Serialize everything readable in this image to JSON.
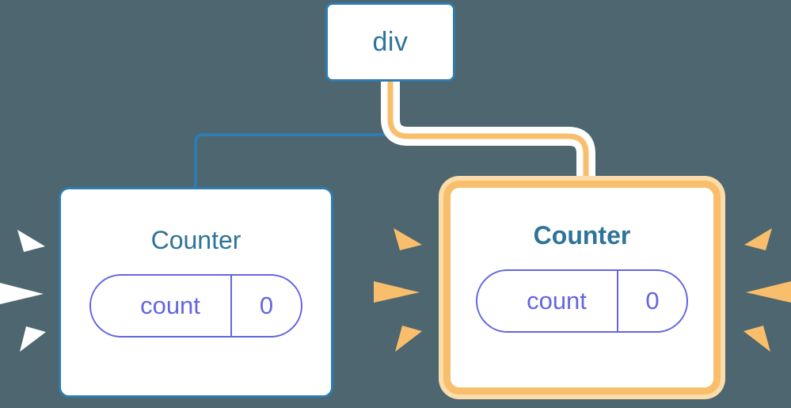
{
  "diagram": {
    "title": "component-tree-state-update",
    "background_color": "#4d6670",
    "accent_blue": "#2e7cb0",
    "accent_blue_text": "#2e7399",
    "accent_orange": "#f9be6b",
    "accent_orange_glow": "#fbdcab",
    "accent_purple": "#6366e0",
    "node_fill": "#ffffff",
    "halo_color": "#ffffff"
  },
  "nodes": {
    "root": {
      "label": "div",
      "kind": "element-node"
    },
    "left_counter": {
      "label": "Counter",
      "kind": "component-node",
      "highlighted": "false",
      "state": {
        "key": "count",
        "value": "0"
      }
    },
    "right_counter": {
      "label": "Counter",
      "kind": "component-node",
      "highlighted": "true",
      "state": {
        "key": "count",
        "value": "0"
      }
    }
  },
  "edges": [
    {
      "name": "edge-div-to-left-counter",
      "from": "div",
      "to": "left Counter",
      "color": "#2e7cb0",
      "style": "plain"
    },
    {
      "name": "edge-div-to-right-counter",
      "from": "div",
      "to": "right Counter",
      "color": "#f9be6b",
      "style": "highlighted-with-white-halo"
    }
  ],
  "sparkles": [
    {
      "name": "sparkles-left-of-left-counter",
      "color": "#ffffff",
      "count": "3",
      "direction": "pointing-right"
    },
    {
      "name": "sparkles-right-of-left-counter",
      "color": "#f9be6b",
      "count": "3",
      "direction": "pointing-right"
    },
    {
      "name": "sparkles-right-of-right-counter",
      "color": "#f9be6b",
      "count": "3",
      "direction": "pointing-left"
    }
  ]
}
